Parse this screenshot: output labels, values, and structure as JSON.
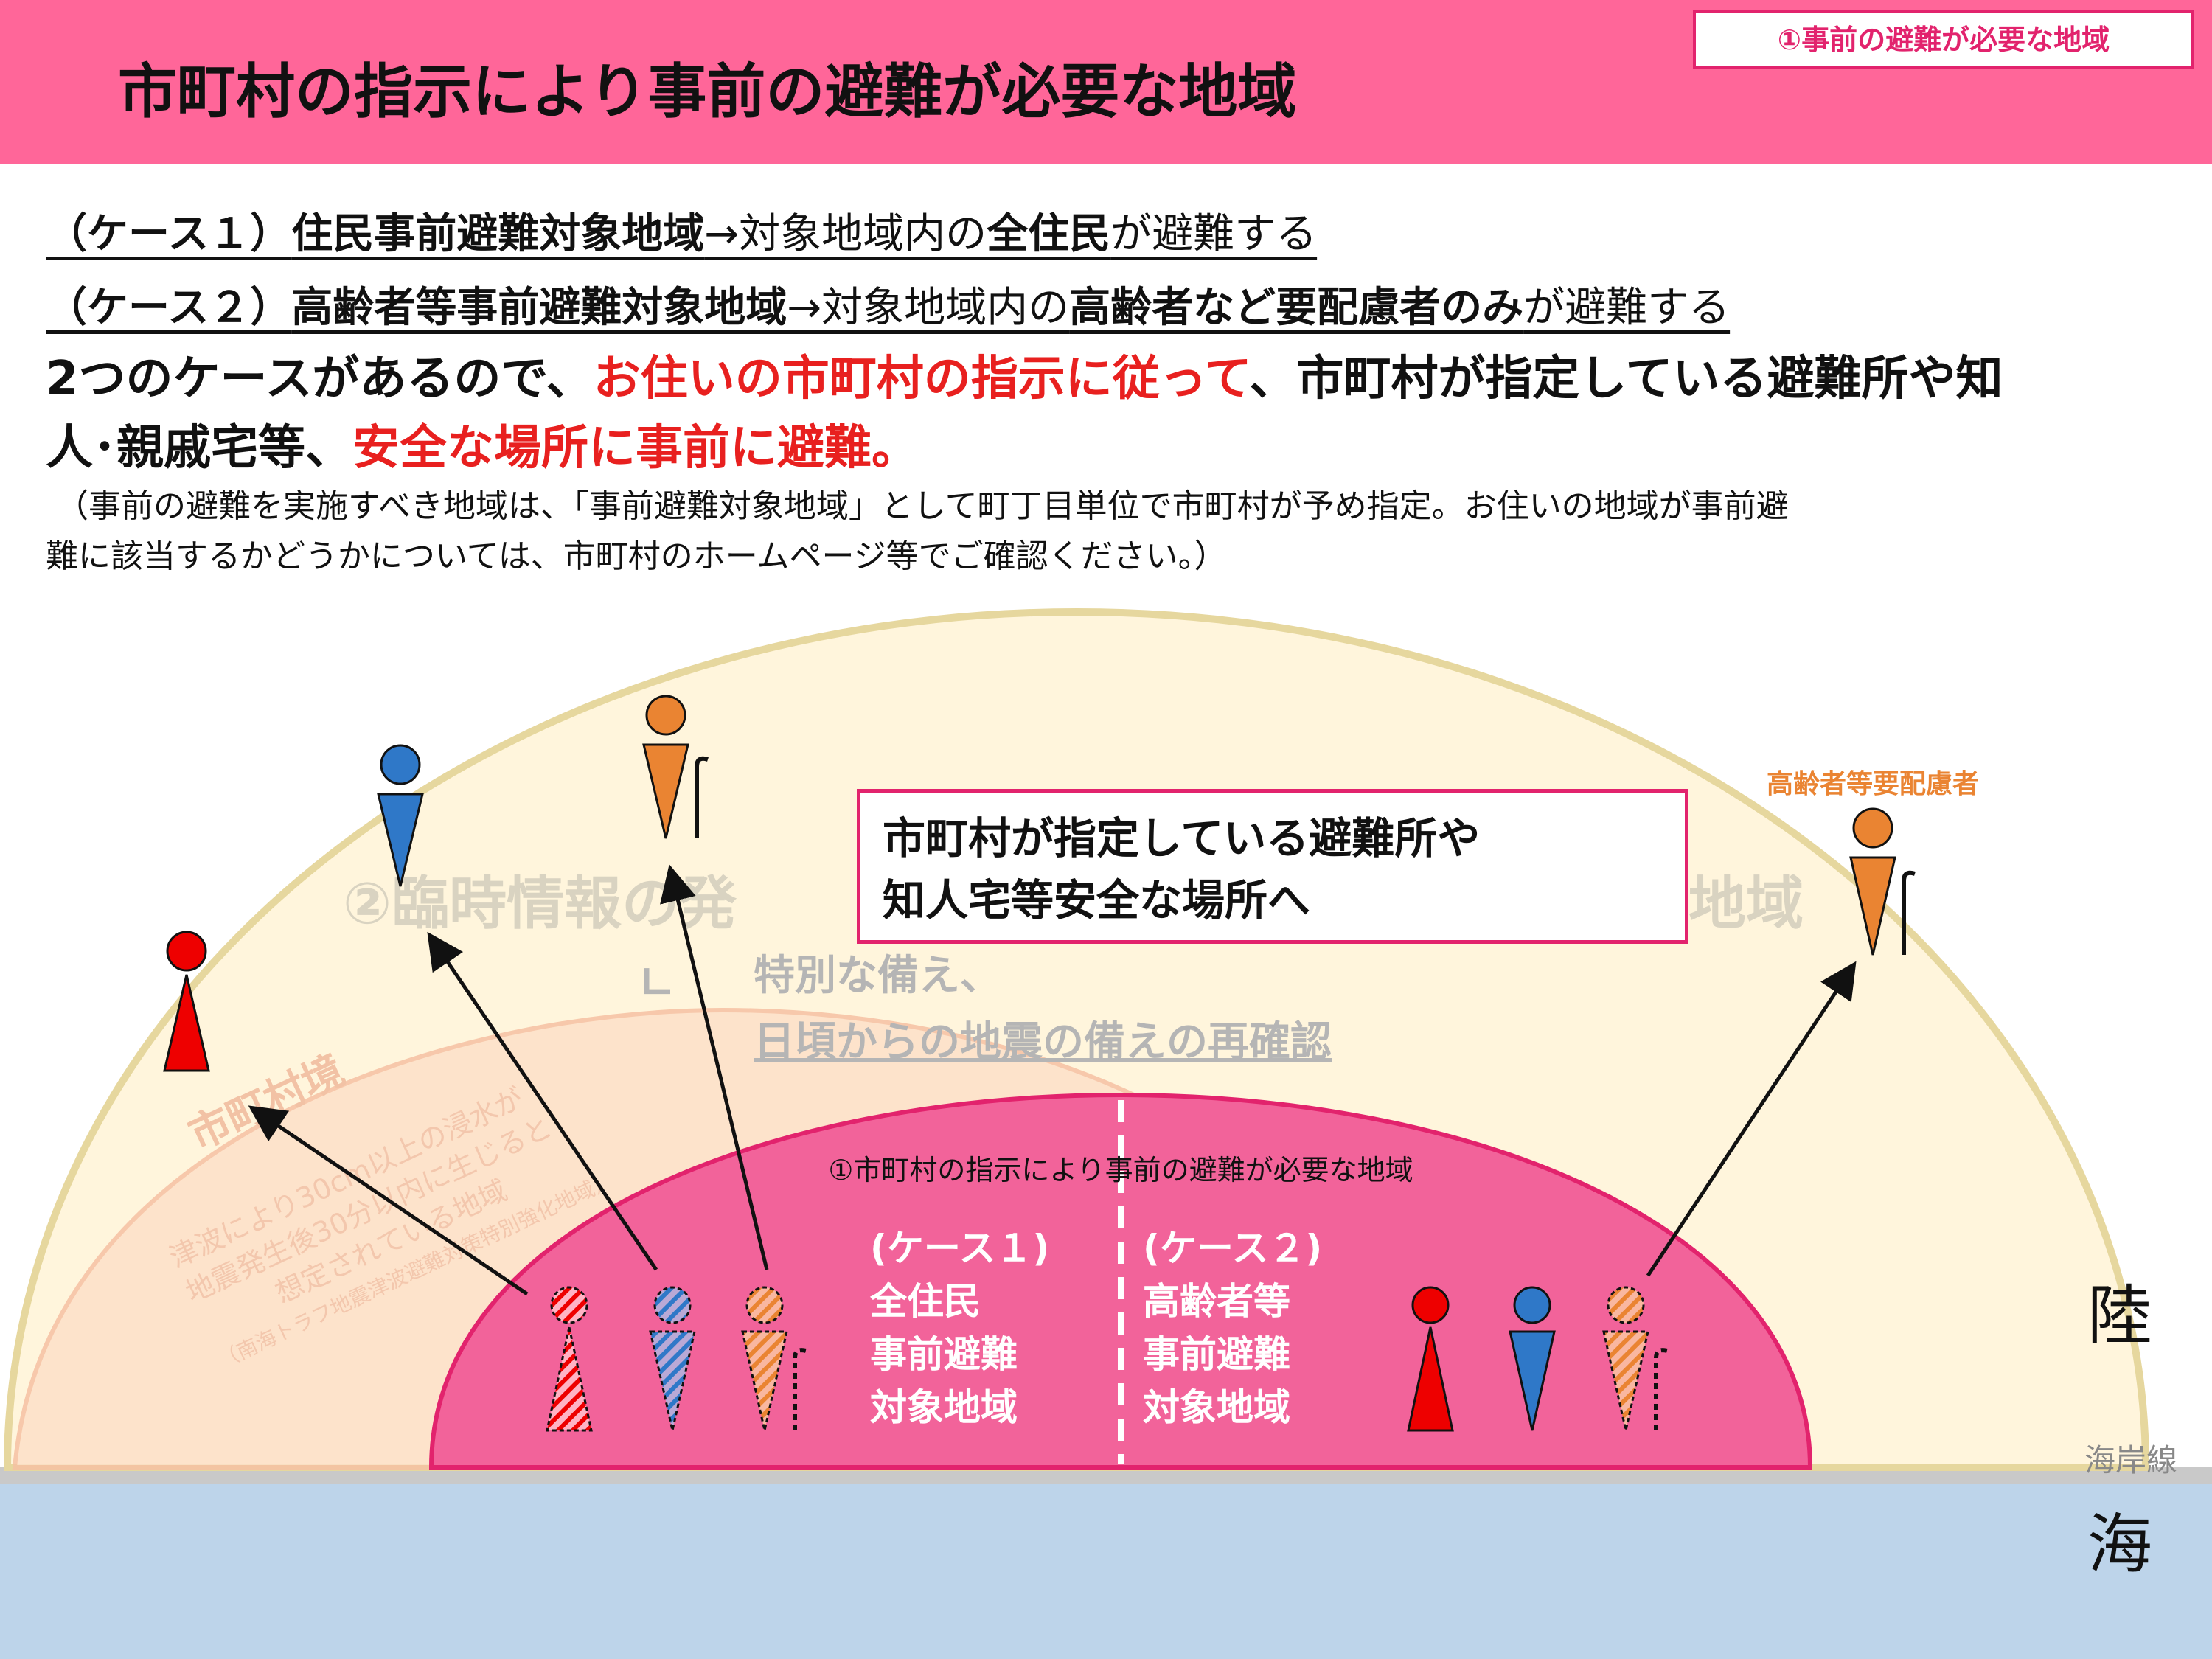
{
  "header": {
    "title": "市町村の指示により事前の避難が必要な地域",
    "badge": "①事前の避難が必要な地域",
    "background_color": "#ff6699",
    "badge_color": "#e2236d"
  },
  "cases": [
    {
      "label": "（ケース１）",
      "area": "住民事前避難対象地域",
      "arrow_text": "→対象地域内の",
      "target": "全住民",
      "suffix": "が避難する"
    },
    {
      "label": "（ケース２）",
      "area": "高齢者等事前避難対象地域",
      "arrow_text": "→対象地域内の",
      "target": "高齢者など要配慮者のみ",
      "suffix": "が避難する"
    }
  ],
  "main_message": {
    "line1_a": "2つのケースがあるので、",
    "line1_red": "お住いの市町村の指示に従って",
    "line1_b": "、市町村が指定している避難所や知",
    "line2_a": "人･親戚宅等、",
    "line2_red": "安全な場所に事前に避難。",
    "accent_color": "#e8201f"
  },
  "note": {
    "line1": "（事前の避難を実施すべき地域は、「事前避難対象地域」として町丁目単位で市町村が予め指定。お住いの地域が事前避",
    "line2": "難に該当するかどうかについては、市町村のホームページ等でご確認ください。）"
  },
  "diagram": {
    "outer_zone_label": "②臨時情報の発",
    "outer_zone_label_tail": "地域",
    "outer_zone_arrow": "∟",
    "outer_zone_action1": "特別な備え、",
    "outer_zone_action2": "日頃からの地震の備えの再確認",
    "boundary_label": "市町村境",
    "tsunami_zone_text1": "津波により30cm以上の浸水が",
    "tsunami_zone_text2": "地震発生後30分以内に生じると",
    "tsunami_zone_text3": "想定されている地域",
    "tsunami_zone_text4": "（南海トラフ地震津波避難対策特別強化地域）",
    "inner_zone_label": "①市町村の指示により事前の避難が必要な地域",
    "case1_block": [
      "(ケース１)",
      "全住民",
      "事前避難",
      "対象地域"
    ],
    "case2_block": [
      "(ケース２)",
      "高齢者等",
      "事前避難",
      "対象地域"
    ],
    "destination": [
      "市町村が指定している避難所や",
      "知人宅等安全な場所へ"
    ],
    "elderly_label": "高齢者等要配慮者",
    "land_label": "陸",
    "coastline_label": "海岸線",
    "sea_label": "海",
    "colors": {
      "outer_zone": "#fff5dc",
      "tsunami_zone": "#fde1c9",
      "inner_zone": "#f2639a",
      "sea": "#bdd4ea",
      "female": "#ee0000",
      "male": "#2f78c8",
      "elderly": "#ea8432"
    }
  }
}
